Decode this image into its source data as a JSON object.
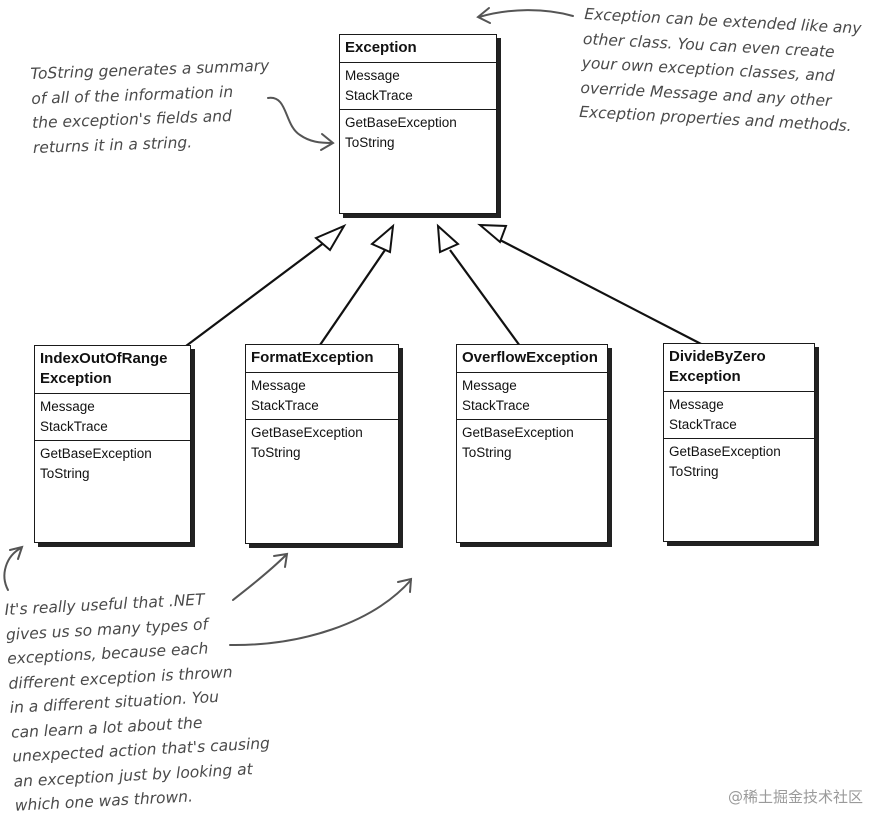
{
  "base_class": {
    "name": "Exception",
    "fields": [
      "Message",
      "StackTrace"
    ],
    "methods": [
      "GetBaseException",
      "ToString"
    ]
  },
  "derived_classes": [
    {
      "name": "IndexOutOfRange\nException",
      "fields": [
        "Message",
        "StackTrace"
      ],
      "methods": [
        "GetBaseException",
        "ToString"
      ]
    },
    {
      "name": "FormatException",
      "fields": [
        "Message",
        "StackTrace"
      ],
      "methods": [
        "GetBaseException",
        "ToString"
      ]
    },
    {
      "name": "OverflowException",
      "fields": [
        "Message",
        "StackTrace"
      ],
      "methods": [
        "GetBaseException",
        "ToString"
      ]
    },
    {
      "name": "DivideByZero\nException",
      "fields": [
        "Message",
        "StackTrace"
      ],
      "methods": [
        "GetBaseException",
        "ToString"
      ]
    }
  ],
  "notes": {
    "tostring_note": [
      "ToString generates a summary",
      "of all of the information in",
      "the exception's fields and",
      "returns it in a string."
    ],
    "extend_note": [
      "Exception can be extended like any",
      "other class. You can even create",
      "your own exception classes, and",
      "override Message and any other",
      "Exception properties and methods."
    ],
    "dotnet_note": [
      "It's really useful that .NET",
      "gives us so many types of",
      "exceptions, because each",
      "different exception is thrown",
      "in a different situation. You",
      "can learn a lot about the",
      "unexpected action that's causing",
      "an exception just by looking at",
      "which one was thrown."
    ]
  },
  "watermark": "@稀土掘金技术社区"
}
